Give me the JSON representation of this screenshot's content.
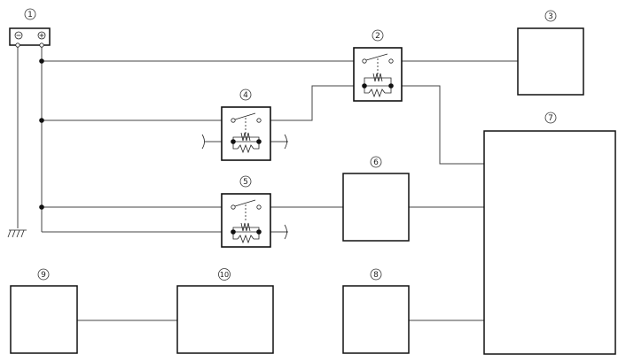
{
  "diagram": {
    "components": [
      {
        "id": "c1",
        "label": "1",
        "kind": "battery"
      },
      {
        "id": "c2",
        "label": "2",
        "kind": "relay"
      },
      {
        "id": "c3",
        "label": "3",
        "kind": "block"
      },
      {
        "id": "c4",
        "label": "4",
        "kind": "relay"
      },
      {
        "id": "c5",
        "label": "5",
        "kind": "relay"
      },
      {
        "id": "c6",
        "label": "6",
        "kind": "block"
      },
      {
        "id": "c7",
        "label": "7",
        "kind": "block"
      },
      {
        "id": "c8",
        "label": "8",
        "kind": "block"
      },
      {
        "id": "c9",
        "label": "9",
        "kind": "block"
      },
      {
        "id": "c10",
        "label": "10",
        "kind": "block"
      }
    ],
    "battery_terminals": {
      "negative": "⊖",
      "positive": "⊕"
    }
  }
}
